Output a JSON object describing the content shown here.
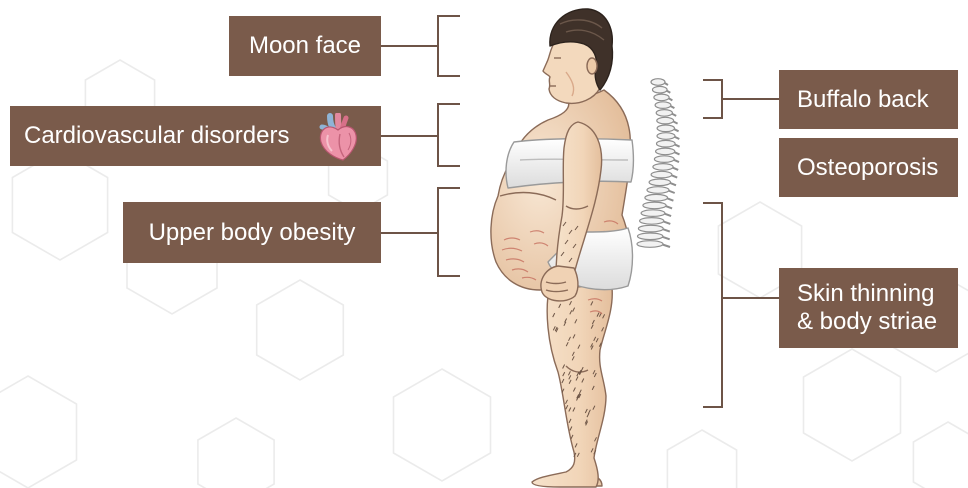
{
  "labels": {
    "left": {
      "moon_face": "Moon face",
      "cardiovascular_disorders": "Cardiovascular disorders",
      "upper_body_obesity": "Upper body obesity"
    },
    "right": {
      "buffalo_back": "Buffalo back",
      "osteoporosis": "Osteoporosis",
      "skin_thinning": [
        "Skin thinning",
        "& body striae"
      ]
    }
  },
  "icons": {
    "cardiovascular_disorders": "heart-icon",
    "spine": "spine-icon",
    "figure": "person-side-profile-illustration"
  },
  "colors": {
    "background": "#ffffff",
    "label_background": "#7a5b4b",
    "label_text": "#ffffff",
    "connector": "#6d5447",
    "hexagon_pattern": "#e6e6e6"
  }
}
